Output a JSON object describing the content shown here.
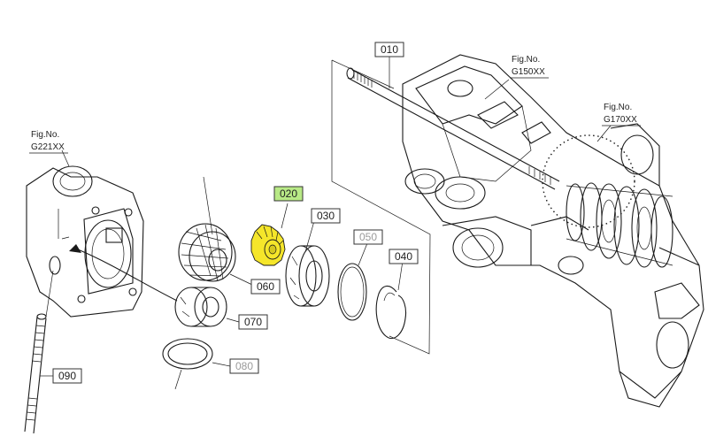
{
  "colors": {
    "highlight": "#f5e62a",
    "highlight_box": "#b8e986",
    "line": "#1a1a1a",
    "label_muted": "#9a9a9a"
  },
  "fig_refs": [
    {
      "id": "g150",
      "line1": "Fig.No.",
      "line2": "G150XX"
    },
    {
      "id": "g170",
      "line1": "Fig.No.",
      "line2": "G170XX"
    },
    {
      "id": "g221",
      "line1": "Fig.No.",
      "line2": "G221XX"
    }
  ],
  "parts": [
    {
      "id": "p010",
      "number": "010",
      "muted": false,
      "highlighted": false
    },
    {
      "id": "p020",
      "number": "020",
      "muted": false,
      "highlighted": true
    },
    {
      "id": "p030",
      "number": "030",
      "muted": false,
      "highlighted": false
    },
    {
      "id": "p040",
      "number": "040",
      "muted": false,
      "highlighted": false
    },
    {
      "id": "p050",
      "number": "050",
      "muted": true,
      "highlighted": false
    },
    {
      "id": "p060",
      "number": "060",
      "muted": false,
      "highlighted": false
    },
    {
      "id": "p070",
      "number": "070",
      "muted": false,
      "highlighted": false
    },
    {
      "id": "p080",
      "number": "080",
      "muted": true,
      "highlighted": false
    },
    {
      "id": "p090",
      "number": "090",
      "muted": false,
      "highlighted": false
    }
  ]
}
